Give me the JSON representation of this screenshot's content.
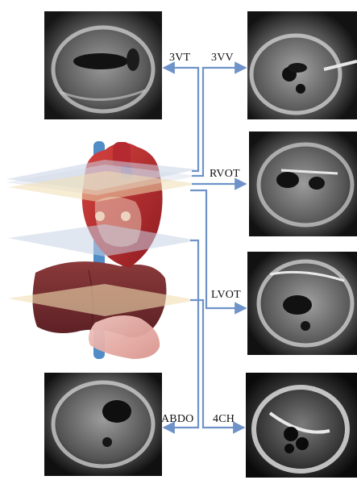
{
  "labels": {
    "3vt": "3VT",
    "3vv": "3VV",
    "rvot": "RVOT",
    "lvot": "LVOT",
    "abdo": "ABDO",
    "4ch": "4CH"
  },
  "colors": {
    "arrow": "#6f93c8",
    "plane_blue": "#c9d3e6",
    "plane_yellow": "#f1dfb3",
    "heart_red": "#b5252b",
    "liver": "#7a2b2e",
    "stomach": "#e9b6b0",
    "aorta_blue": "#3d7fc0"
  }
}
